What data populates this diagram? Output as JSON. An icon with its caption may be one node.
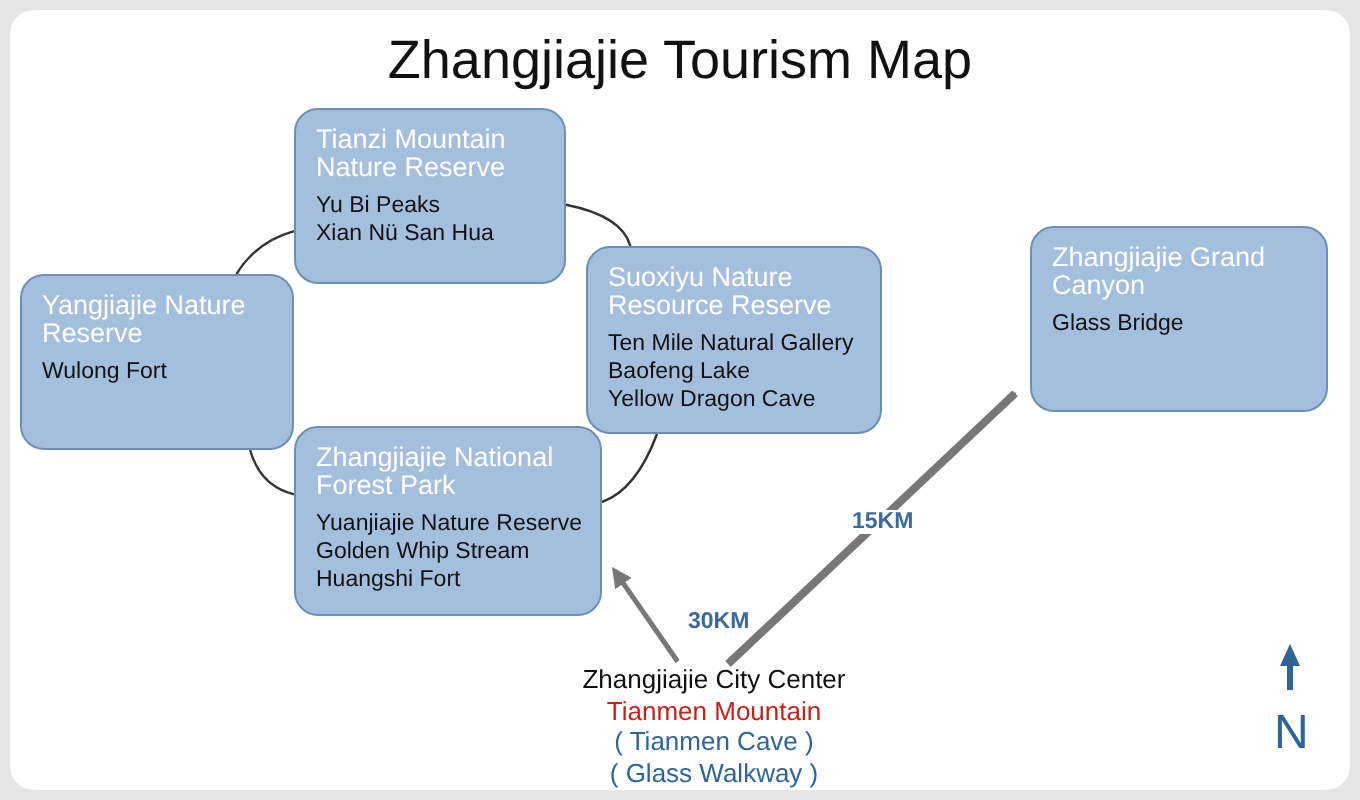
{
  "diagram": {
    "title": "Zhangjiajie Tourism Map",
    "nodes": [
      {
        "text": [
          "Tianzi Mountain Nature Reserve",
          "Yu Bi Peaks",
          "Xian Nü San Hua"
        ]
      },
      {
        "text": [
          "Yangjiajie Nature Reserve",
          "Wulong Fort"
        ]
      },
      {
        "text": [
          "Suoxiyu Nature Resource Reserve",
          "Ten Mile Natural Gallery",
          "Baofeng Lake",
          "Yellow Dragon Cave"
        ]
      },
      {
        "text": [
          "Zhangjiajie National Forest Park",
          "Yuanjiajie Nature Reserve",
          "Golden Whip Stream",
          "Huangshi Fort"
        ]
      },
      {
        "text": [
          "Zhangjiajie Grand Canyon",
          "Glass Bridge"
        ]
      },
      {
        "text": [
          "Zhangjiajie City Center",
          "Tianmen Mountain",
          "( Tianmen Cave )",
          "( Glass Walkway )"
        ]
      }
    ],
    "edges": [
      {
        "from": 0,
        "to": 2,
        "arrow": "none"
      },
      {
        "from": 2,
        "to": 3,
        "arrow": "none"
      },
      {
        "from": 3,
        "to": 1,
        "arrow": "none"
      },
      {
        "from": 1,
        "to": 0,
        "arrow": "none"
      },
      {
        "from": 5,
        "to": 3,
        "arrow": "to",
        "label": "30KM",
        "color": "#777777"
      },
      {
        "from": 5,
        "to": 4,
        "arrow": "to",
        "label": "15KM",
        "style": "thick",
        "color": "#777777"
      }
    ],
    "labels": [
      "N"
    ]
  }
}
